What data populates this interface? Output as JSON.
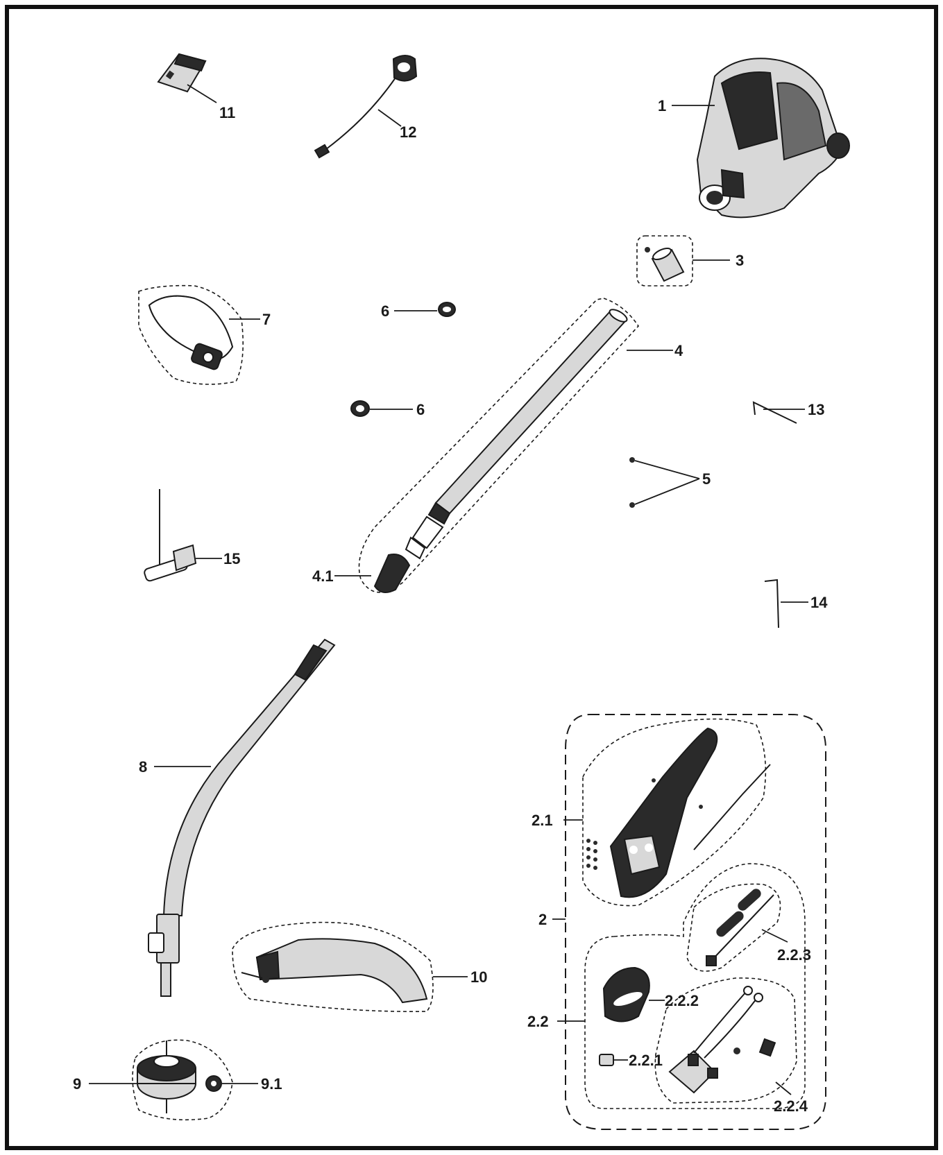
{
  "diagram": {
    "callouts": {
      "p1": "1",
      "p2": "2",
      "p2_1": "2.1",
      "p2_2": "2.2",
      "p2_2_1": "2.2.1",
      "p2_2_2": "2.2.2",
      "p2_2_3": "2.2.3",
      "p2_2_4": "2.2.4",
      "p3": "3",
      "p4": "4",
      "p4_1": "4.1",
      "p5": "5",
      "p6a": "6",
      "p6b": "6",
      "p7": "7",
      "p8": "8",
      "p9": "9",
      "p9_1": "9.1",
      "p10": "10",
      "p11": "11",
      "p12": "12",
      "p13": "13",
      "p14": "14",
      "p15": "15"
    }
  }
}
